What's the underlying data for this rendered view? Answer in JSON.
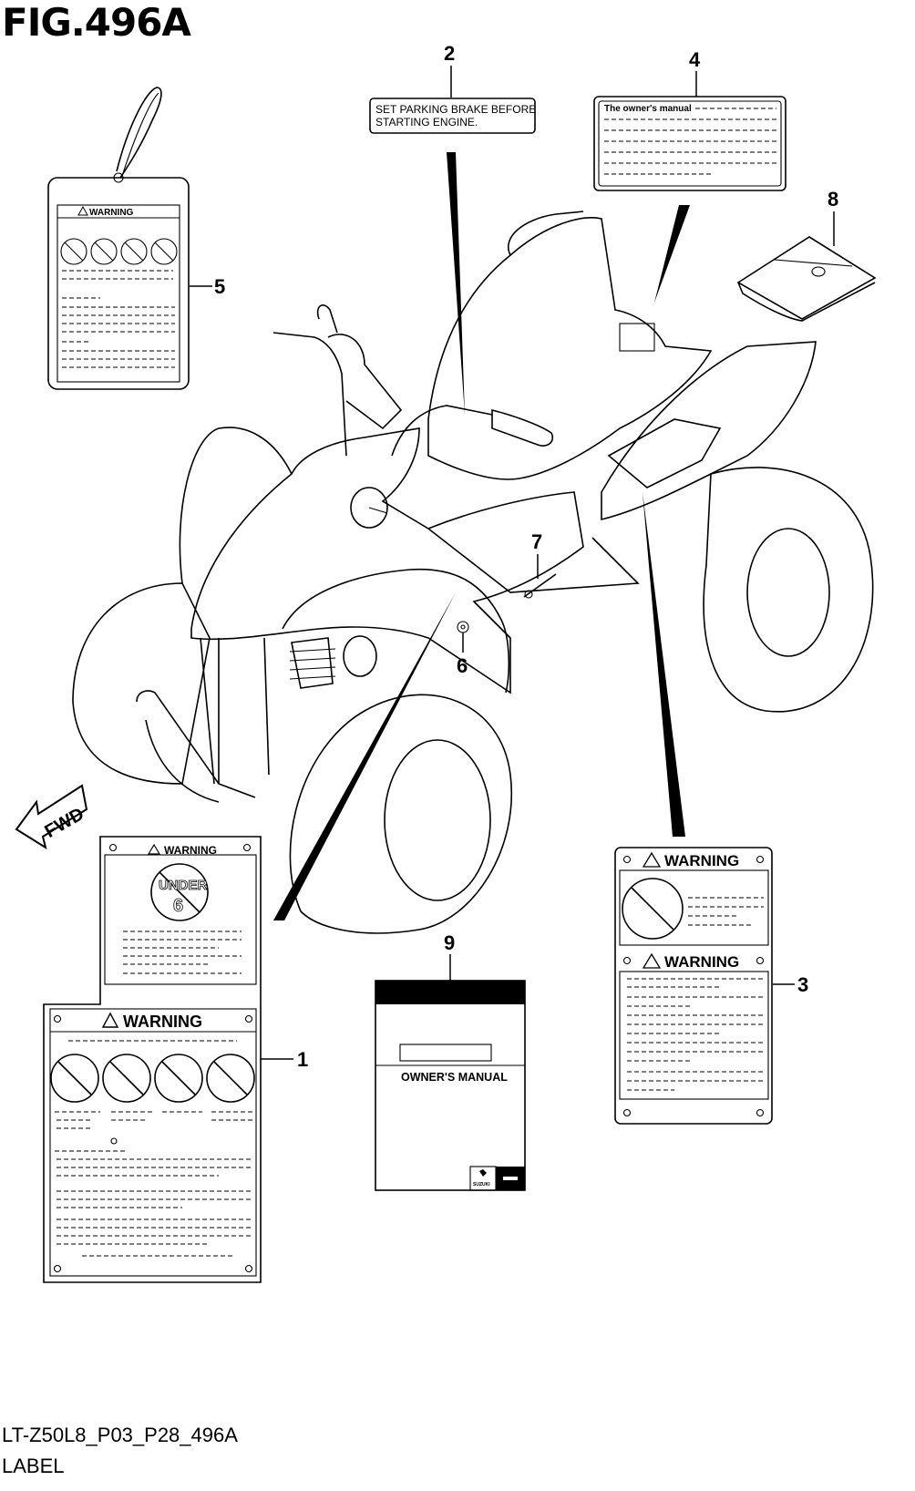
{
  "figure": {
    "title": "FIG.496A",
    "code": "LT-Z50L8_P03_P28_496A",
    "name": "LABEL"
  },
  "callouts": [
    "1",
    "2",
    "3",
    "4",
    "5",
    "6",
    "7",
    "8",
    "9"
  ],
  "labels": {
    "parking_brake_line1": "SET PARKING BRAKE BEFORE",
    "parking_brake_line2": "STARTING ENGINE.",
    "owners_manual_note": "The owner's manual",
    "warning": "WARNING",
    "under_text": "UNDER",
    "under_number": "6",
    "owners_manual_cover": "OWNER'S MANUAL",
    "fwd": "FWD",
    "brand": "SUZUKI"
  }
}
